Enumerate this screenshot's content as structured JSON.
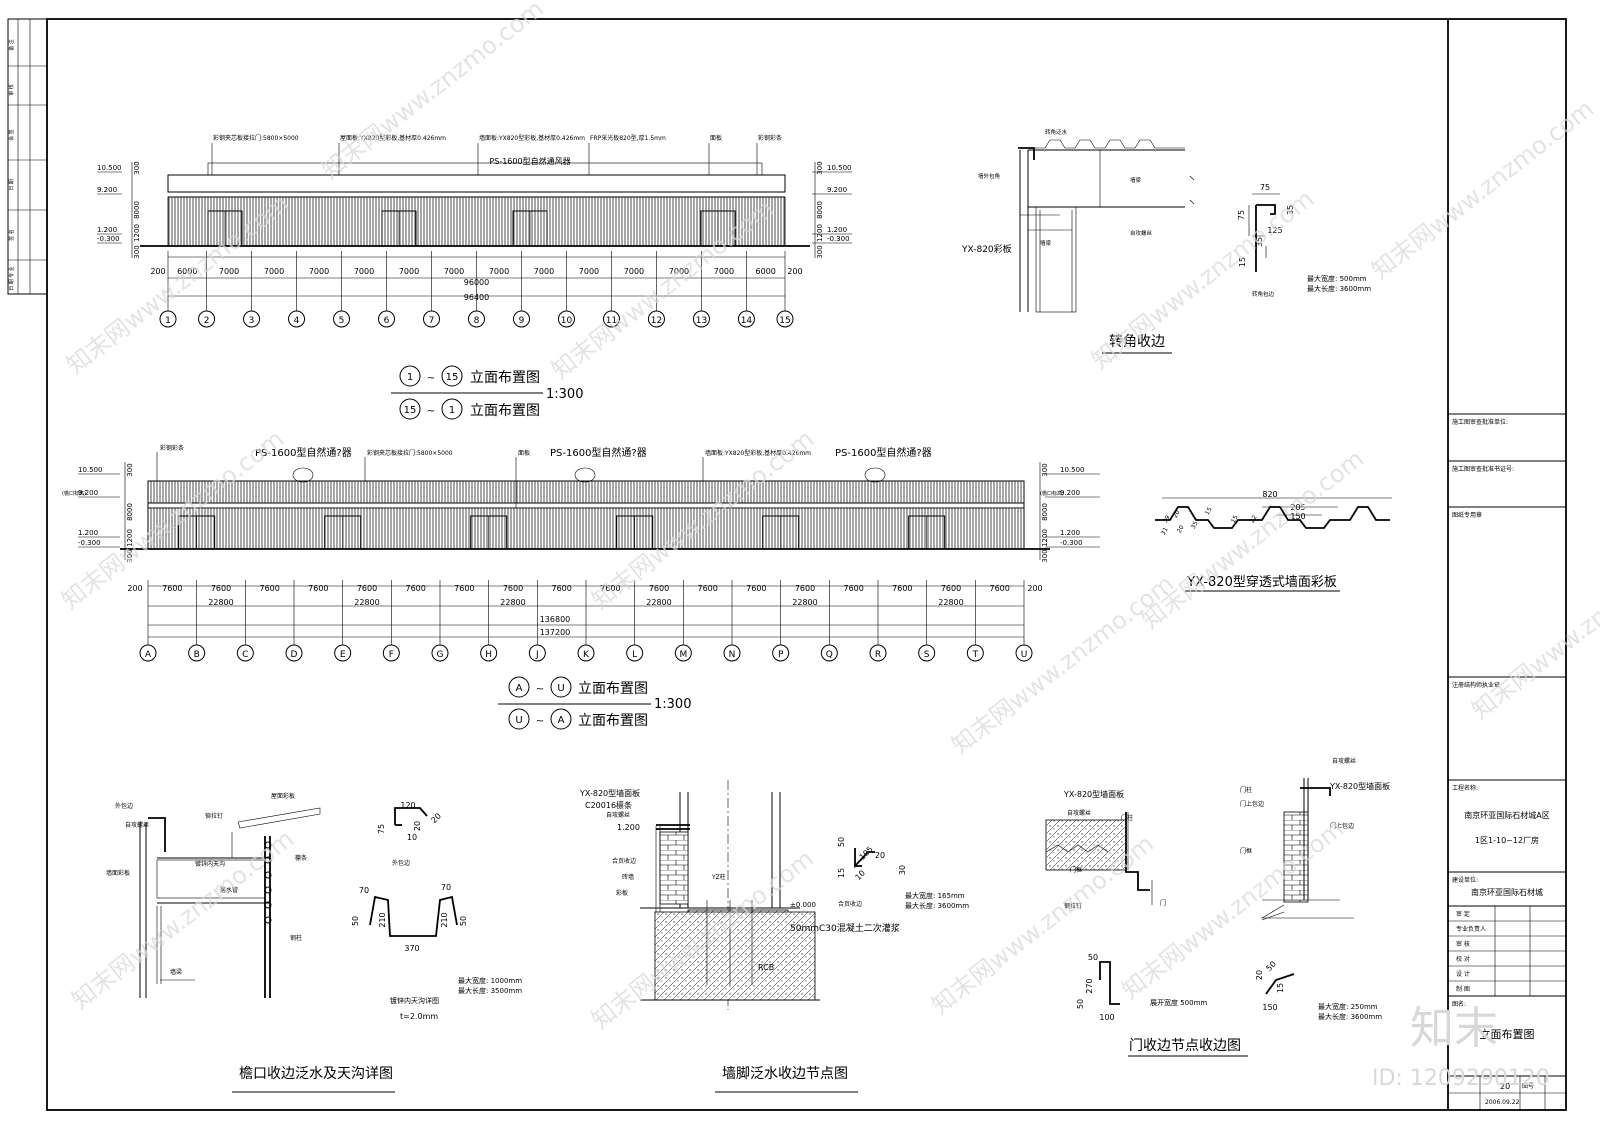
{
  "elev_1_15": {
    "levels_left": [
      "10.500",
      "9.200",
      "1.200",
      "-0.300"
    ],
    "levels_right": [
      "10.500",
      "9.200",
      "1.200",
      "-0.300"
    ],
    "side_dims": [
      "300",
      "8000",
      "1200",
      "300"
    ],
    "notes": [
      "彩钢夹芯板接拉门:5800×5000",
      "屋面板:YX820型彩板,基材厚0.426mm",
      "墙面板:YX820型彩板,基材厚0.426mm",
      "FRP采光板820型,厚1.5mm",
      "面板",
      "彩钢彩条"
    ],
    "ventilator": "PS-1600型自然通风器",
    "bay_dims": [
      "6000",
      "7000",
      "7000",
      "7000",
      "7000",
      "7000",
      "7000",
      "7000",
      "7000",
      "7000",
      "7000",
      "7000",
      "7000",
      "6000"
    ],
    "edge_dim": "200",
    "total_inner": "96000",
    "total_outer": "96400",
    "axes": [
      "1",
      "2",
      "3",
      "4",
      "5",
      "6",
      "7",
      "8",
      "9",
      "10",
      "11",
      "12",
      "13",
      "14",
      "15"
    ],
    "title_a_from": "1",
    "title_a_to": "15",
    "title_b_from": "15",
    "title_b_to": "1",
    "title_text": "立面布置图",
    "scale": "1:300",
    "sep": "~"
  },
  "elev_A_U": {
    "levels_left": [
      "10.500",
      "9.200",
      "1.200",
      "-0.300"
    ],
    "levels_right": [
      "10.500",
      "9.200",
      "1.200",
      "-0.300"
    ],
    "side_dims": [
      "300",
      "8000",
      "1200",
      "300"
    ],
    "level_note": "(檐口标高)",
    "notes": [
      "彩钢彩条",
      "PS-1600型自然通?器",
      "彩钢夹芯板接拉门:5800×5000",
      "面板",
      "PS-1600型自然通?器",
      "墙面板:YX820型彩板,基材厚0.426mm",
      "PS-1600型自然通?器"
    ],
    "bay_dims": [
      "7600",
      "7600",
      "7600",
      "7600",
      "7600",
      "7600",
      "7600",
      "7600",
      "7600",
      "7600",
      "7600",
      "7600",
      "7600",
      "7600",
      "7600",
      "7600",
      "7600",
      "7600"
    ],
    "group_dims": [
      "22800",
      "22800",
      "22800",
      "22800",
      "22800",
      "22800"
    ],
    "edge_dim": "200",
    "total_inner": "136800",
    "total_outer": "137200",
    "axes": [
      "A",
      "B",
      "C",
      "D",
      "E",
      "F",
      "G",
      "H",
      "J",
      "K",
      "L",
      "M",
      "N",
      "P",
      "Q",
      "R",
      "S",
      "T",
      "U"
    ],
    "title_a_from": "A",
    "title_a_to": "U",
    "title_b_from": "U",
    "title_b_to": "A",
    "title_text": "立面布置图",
    "scale": "1:300",
    "sep": "~"
  },
  "corner": {
    "title": "转角收边",
    "labels": [
      "转角泛水",
      "墙外包角",
      "墙梁",
      "自攻螺丝",
      "墙梁",
      "YX-820彩板",
      "转角包边"
    ],
    "dims": [
      "75",
      "75",
      "35",
      "35",
      "125",
      "15"
    ],
    "spec1": "最大宽度: 500mm",
    "spec2": "最大长度: 3600mm"
  },
  "wall_panel": {
    "title": "YX-820型穿透式墙面彩板",
    "dims": [
      "820",
      "205",
      "150",
      "39",
      "20",
      "15",
      "35",
      "20",
      "15",
      "22",
      "31"
    ]
  },
  "eave": {
    "title": "檐口收边泛水及天沟详图",
    "labels": [
      "外包边",
      "屋面彩板",
      "自攻螺丝",
      "铆拉钉",
      "镀锌内天沟",
      "落水管",
      "墙面彩板",
      "檩条",
      "钢柱",
      "墙梁"
    ],
    "dims1": [
      "120",
      "20",
      "75",
      "10",
      "20"
    ],
    "label1": "外包边",
    "dims2": [
      "70",
      "70",
      "50",
      "210",
      "210",
      "50",
      "370"
    ],
    "label2": "镀锌内天沟详图",
    "spec1": "最大宽度: 1000mm",
    "spec2": "最大长度: 3500mm",
    "thickness": "t=2.0mm"
  },
  "wallfoot": {
    "title": "墙脚泛水收边节点图",
    "labels": [
      "YX-820型墙面板",
      "C20016檩条",
      "自攻螺丝",
      "1.200",
      "合页收边",
      "砖墙",
      "彩板",
      "YZ柱",
      "±0.000",
      "50mmC30混凝土二次灌浆",
      "RCB"
    ],
    "flash_dims": [
      "50",
      "105",
      "15",
      "20",
      "30",
      "10"
    ],
    "flash_label": "合页收边",
    "spec1": "最大宽度: 165mm",
    "spec2": "最大长度: 3600mm"
  },
  "door": {
    "title": "门收边节点收边图",
    "labels": [
      "YX-820型墙面板",
      "自攻螺丝",
      "门柱",
      "门框",
      "钢拉钉",
      "门柱",
      "自攻螺丝",
      "YX-820型墙面板",
      "门框",
      "门上包边",
      "门",
      "门上包边"
    ],
    "dims1": [
      "50",
      "270",
      "50",
      "100"
    ],
    "spec1": "展开宽度 500mm",
    "dims2": [
      "20",
      "50",
      "15",
      "150"
    ],
    "spec2a": "最大宽度: 250mm",
    "spec2b": "最大长度: 3600mm"
  },
  "title_block": {
    "rows": [
      "施工图审查批准单位:",
      "施工图审查批准书证号:",
      "图纸专用章",
      "注册结构师执业章"
    ],
    "project_label": "工程名称:",
    "project": "南京环亚国际石材城A区",
    "subproject": "1区1-10~12厂房",
    "owner_label": "建设单位:",
    "owner": "南京环亚国际石材城",
    "roles": [
      "审 定",
      "专业负责人",
      "审 核",
      "校 对",
      "设 计",
      "制 图"
    ],
    "drawing_label": "图名:",
    "drawing_name": "立面布置图",
    "date": "2006.09.22",
    "number_label": "图号",
    "number": "20"
  },
  "left_strip": [
    "备 注",
    "审 核",
    "会 签",
    "日 期",
    "签 名",
    "专 业",
    "日 期"
  ],
  "watermark": {
    "site": "知末网www.znzmo.com",
    "brand": "知末",
    "id": "ID: 1209290120"
  }
}
